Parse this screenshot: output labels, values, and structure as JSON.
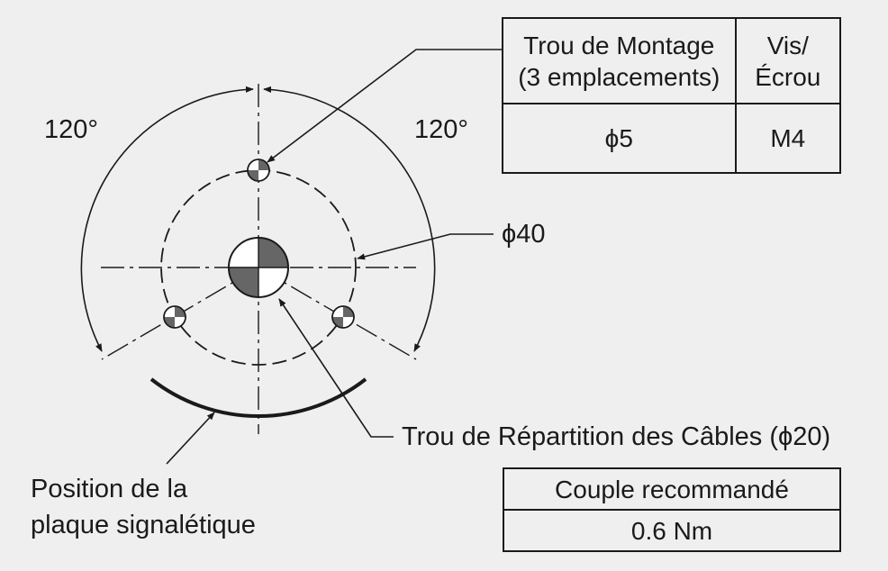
{
  "angles": {
    "left": "120°",
    "right": "120°"
  },
  "diameter_label": "ϕ40",
  "cable_hole_label": "Trou de Répartition des Câbles (ϕ20)",
  "nameplate_label": {
    "line1": "Position de la",
    "line2": "plaque signalétique"
  },
  "mounting_table": {
    "header_hole_line1": "Trou de Montage",
    "header_hole_line2": "(3 emplacements)",
    "header_screw_line1": "Vis/",
    "header_screw_line2": "Écrou",
    "hole_value": "ϕ5",
    "screw_value": "M4"
  },
  "torque_table": {
    "header": "Couple recommandé",
    "value": "0.6 Nm"
  },
  "colors": {
    "background": "#efefef",
    "line": "#1a1a1a",
    "hatch_fill": "#666666"
  }
}
